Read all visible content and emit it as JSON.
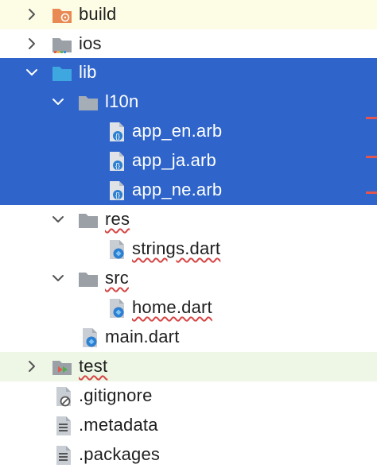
{
  "tree": {
    "items": [
      {
        "label": "build"
      },
      {
        "label": "ios"
      },
      {
        "label": "lib"
      },
      {
        "label": "l10n"
      },
      {
        "label": "app_en.arb"
      },
      {
        "label": "app_ja.arb"
      },
      {
        "label": "app_ne.arb"
      },
      {
        "label": "res"
      },
      {
        "label": "strings.dart"
      },
      {
        "label": "src"
      },
      {
        "label": "home.dart"
      },
      {
        "label": "main.dart"
      },
      {
        "label": "test"
      },
      {
        "label": ".gitignore"
      },
      {
        "label": ".metadata"
      },
      {
        "label": ".packages"
      }
    ]
  },
  "colors": {
    "selection": "#2f65ca",
    "highlight_row": "#fdfde6",
    "test_row": "#eef6e6",
    "folder_gray": "#9aa0a6",
    "folder_blue": "#3fa7e0",
    "build_folder": "#e98a54",
    "dart_blue": "#2c7fd1",
    "error_marker": "#e2564f"
  },
  "icons": {
    "collapsed": "chevron-right-icon",
    "expanded": "chevron-down-icon",
    "folder": "folder-icon",
    "build_folder": "build-folder-icon",
    "ios_folder": "ios-folder-icon",
    "source_folder": "source-folder-icon",
    "test_folder": "test-folder-icon",
    "arb_file": "arb-file-icon",
    "dart_file": "dart-file-icon",
    "gitignore_file": "gitignore-file-icon",
    "text_file": "text-file-icon"
  }
}
